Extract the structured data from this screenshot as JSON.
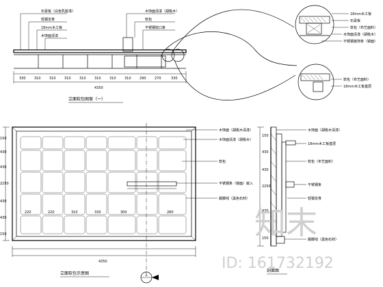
{
  "top_section": {
    "title": "立面软包图案（一）",
    "notes_left": [
      "石膏板（白色乳胶漆）",
      "轻钢龙骨",
      "18mm木工板",
      "木饰面清漆"
    ],
    "notes_right": [
      "木饰面清漆（胡桃木）",
      "软包",
      "不锈钢收口条"
    ],
    "dims": [
      "330",
      "310",
      "310",
      "310",
      "310",
      "310",
      "310",
      "310",
      "290",
      "270",
      "330"
    ],
    "total_dim": "4350"
  },
  "detail_top": {
    "notes": [
      "18mm木工板",
      "石膏板",
      "软包（布艺面料）",
      "木饰面清漆（胡桃木）",
      "不锈钢装饰条（镜面）"
    ]
  },
  "detail_bottom": {
    "notes": [
      "软包（布艺面料）",
      "18mm木工板基层"
    ]
  },
  "front_elevation": {
    "title": "立面软包示意图",
    "notes": [
      "木饰面（胡桃木清漆）",
      "木饰面清漆（胡桃木）",
      "软包",
      "不锈钢条（镜面）嵌入",
      "踢脚线（黑色石材）"
    ],
    "left_dims": [
      "150",
      "430",
      "430",
      "2250",
      "430",
      "430",
      "150"
    ],
    "row_dims": [
      "220",
      "220",
      "310",
      "330",
      "300",
      "280"
    ],
    "total_dim": "4350"
  },
  "side_section": {
    "title": "剖面图",
    "notes": [
      "木饰面（胡桃木清漆）",
      "18mm木工板基层",
      "软包（布艺面料）",
      "不锈钢条",
      "轻钢龙骨",
      "踢脚线（黑色石材）"
    ],
    "left_dims": [
      "150",
      "430",
      "430",
      "2250",
      "430",
      "150"
    ]
  },
  "section_marker": {
    "number": "1"
  },
  "watermark": {
    "text": "知末",
    "id_text": "ID: 161732192"
  }
}
